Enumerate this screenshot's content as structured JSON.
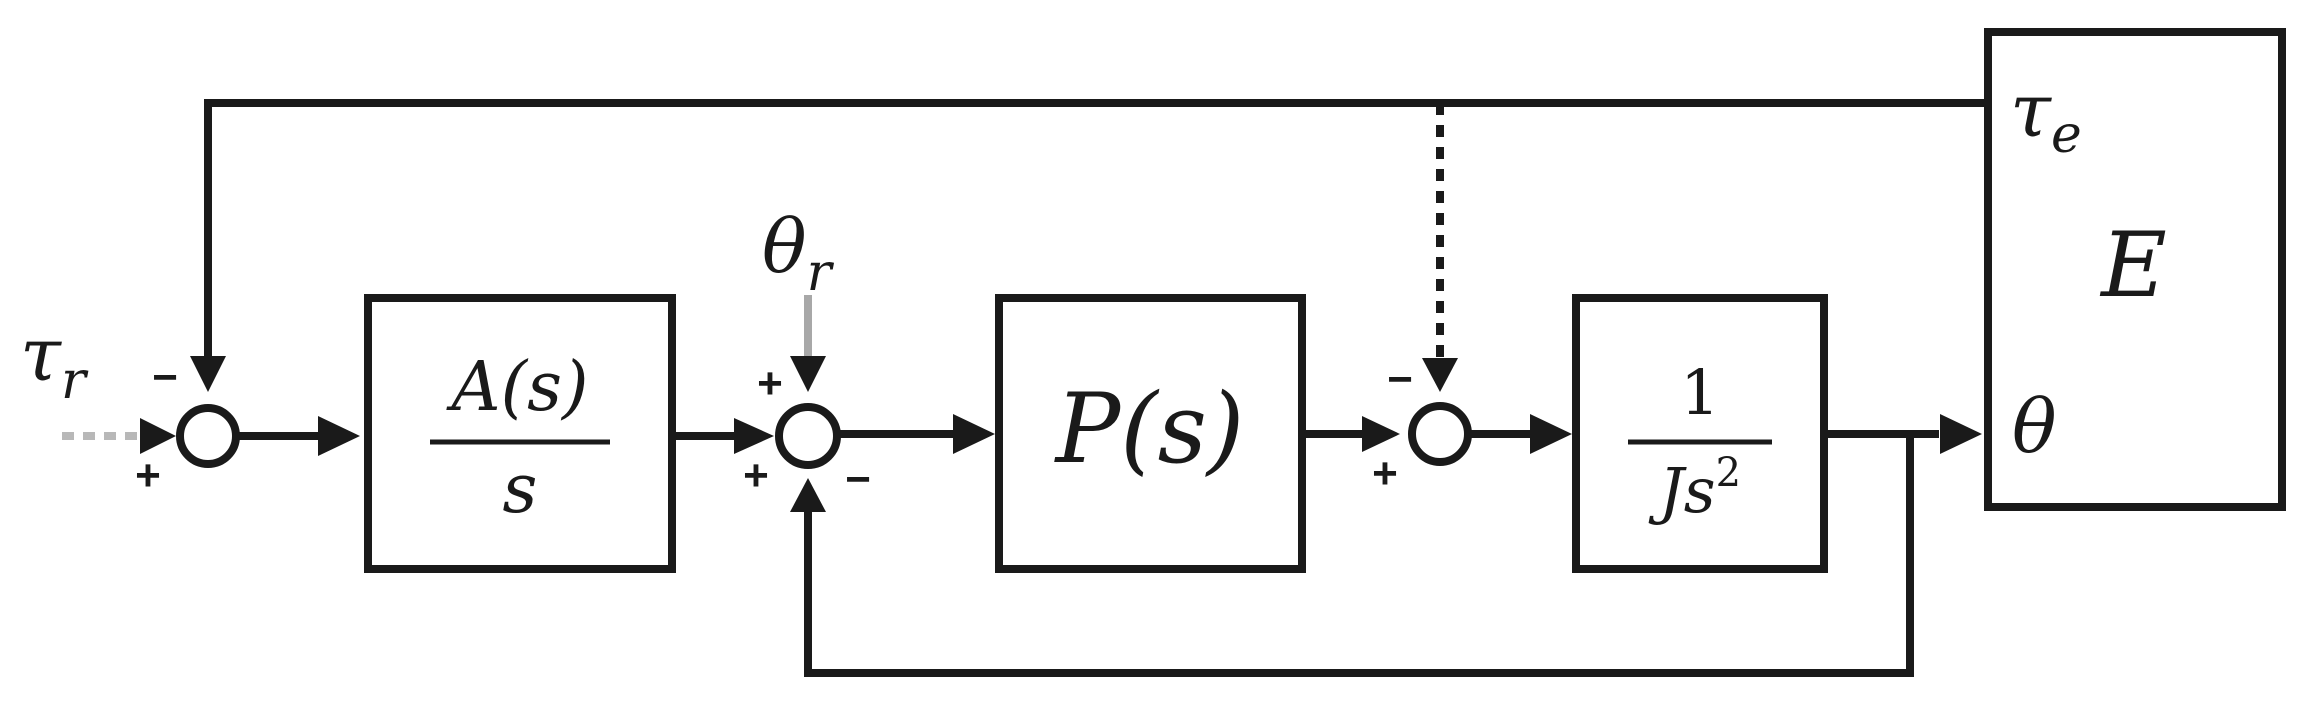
{
  "signals": {
    "tau_r_main": "τ",
    "tau_r_sub": "r",
    "theta_r_main": "θ",
    "theta_r_sub": "r",
    "tau_e_main": "τ",
    "tau_e_sub": "e",
    "theta": "θ"
  },
  "blocks": {
    "integrator": {
      "numerator": "A(s)",
      "denominator": "s"
    },
    "controller": {
      "label": "P(s)"
    },
    "plant": {
      "numerator": "1",
      "denominator_base": "Js",
      "denominator_exp": "2"
    },
    "environment": {
      "label": "E"
    }
  },
  "signs": {
    "sum1_top": "−",
    "sum1_bottom": "+",
    "sum2_top": "+",
    "sum2_left": "+",
    "sum2_bottom": "−",
    "sum3_top": "−",
    "sum3_bottom": "+"
  },
  "colors": {
    "line": "#1a1a1a",
    "input_dotted": "#b8b8b8",
    "reference_line": "#a8a8a8"
  }
}
